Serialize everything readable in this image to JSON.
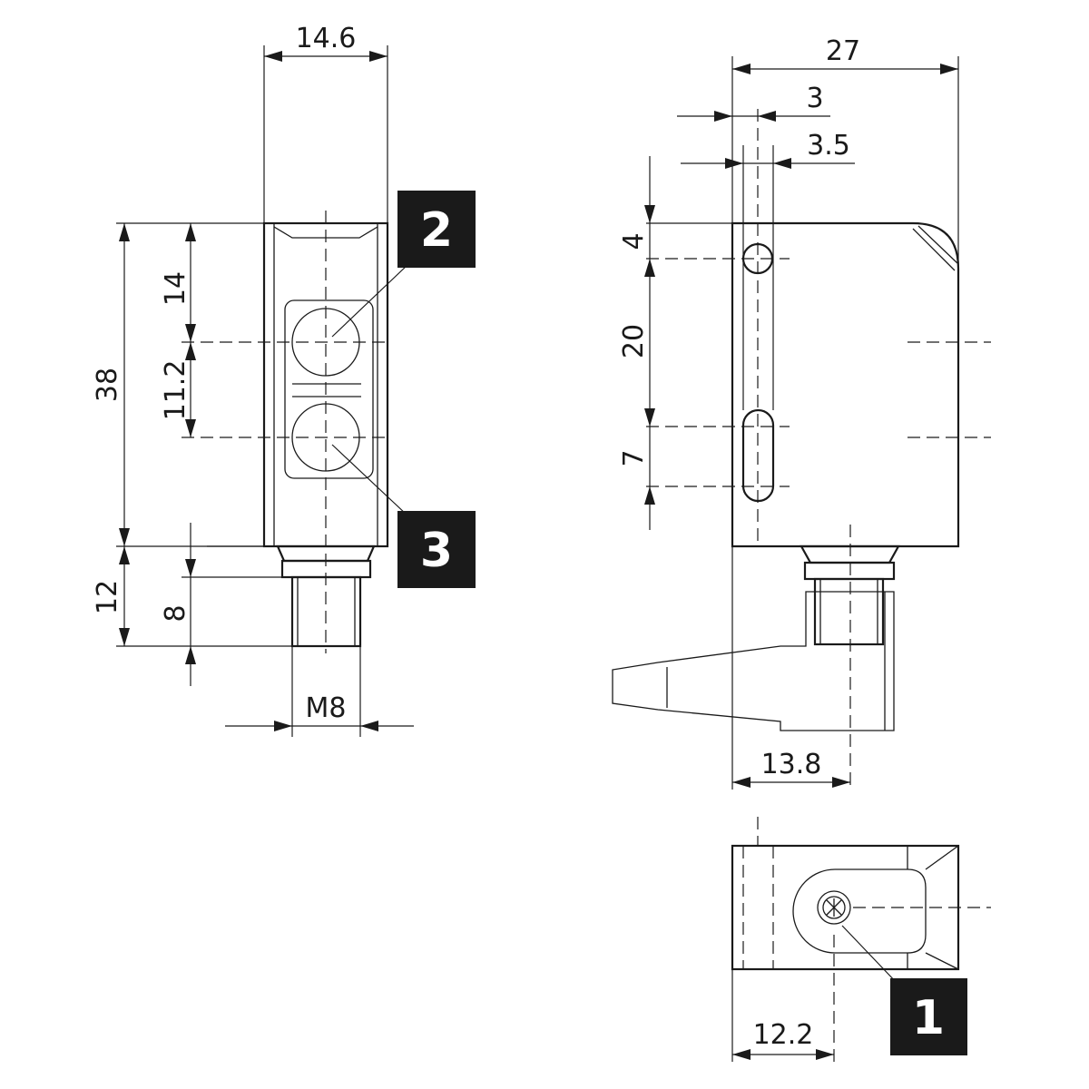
{
  "dimensions": {
    "front_width": "14.6",
    "front_height": "38",
    "front_upper_offset": "14",
    "front_lens_spacing": "11.2",
    "front_connector_length": "12",
    "front_thread_length": "8",
    "front_thread": "M8",
    "side_width": "27",
    "side_hole_inset": "3",
    "side_slot_inset": "3.5",
    "side_hole_top": "4",
    "side_hole_to_slot": "20",
    "side_slot_length": "7",
    "side_connector_offset": "13.8",
    "bottom_screw_offset": "12.2"
  },
  "callouts": {
    "one": "1",
    "two": "2",
    "three": "3"
  }
}
